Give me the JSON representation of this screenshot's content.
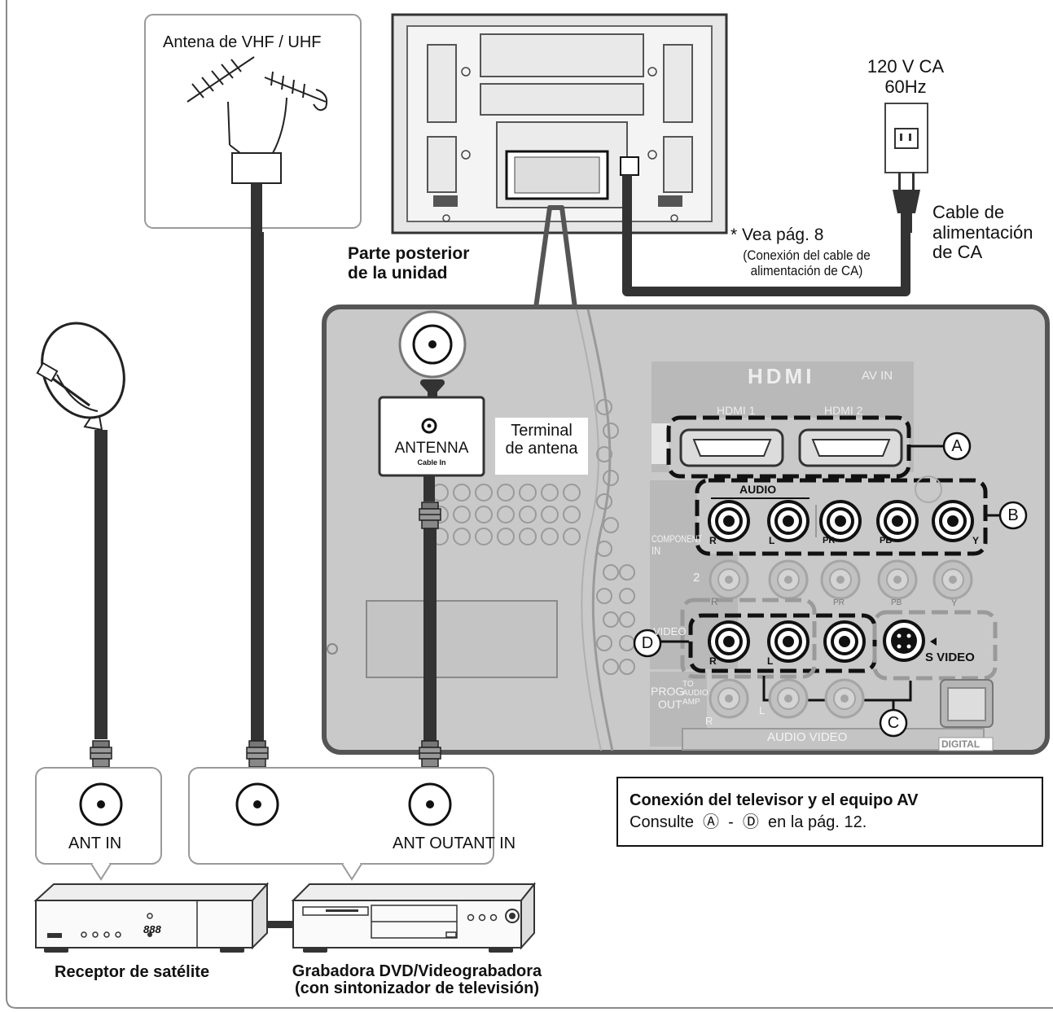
{
  "labels": {
    "antenna_box": "Antena de VHF / UHF",
    "power_spec": [
      "120 V CA",
      "60Hz"
    ],
    "power_cable": [
      "Cable de",
      "alimentación",
      "de CA"
    ],
    "see_page": "* Vea pág. 8",
    "see_page_detail": [
      "(Conexión del cable de",
      "alimentación de CA)"
    ],
    "rear_unit": [
      "Parte posterior",
      "de la unidad"
    ],
    "antenna_jack": "ANTENNA",
    "antenna_jack_sub": "Cable  In",
    "antenna_terminal": [
      "Terminal",
      "de antena"
    ],
    "hdmi_logo": "HDMI",
    "av_in": "AV IN",
    "hdmi1": "HDMI 1",
    "hdmi2": "HDMI 2",
    "audio": "AUDIO",
    "component_in": [
      "COMPONENT",
      "IN"
    ],
    "input_2": "2",
    "jack_r": "R",
    "jack_l": "L",
    "jack_pr": "PR",
    "jack_pb": "PB",
    "jack_y": "Y",
    "video_side": "VIDEO",
    "s_video": "S VIDEO",
    "prog_out": [
      "PROG",
      "OUT"
    ],
    "to_audio_amp": [
      "TO",
      "AUDIO",
      "AMP"
    ],
    "audio_video": "AUDIO  VIDEO",
    "digital": "DIGITAL",
    "markers": [
      "A",
      "B",
      "C",
      "D"
    ],
    "ant_in_sat": "ANT IN",
    "ant_out_ant_in": "ANT OUTANT IN",
    "sat_receiver": "Receptor de satélite",
    "dvd_recorder": [
      "Grabadora DVD/Videograbadora",
      "(con sintonizador de televisión)"
    ],
    "sat_display": "888",
    "note_title": "Conexión del televisor y el equipo AV",
    "note_body": "Consulte  Ⓐ  -  Ⓓ  en la pág. 12."
  },
  "colors": {
    "panel_fill": "#c9c9c9",
    "panel_border": "#555555",
    "cable": "#333333",
    "callout_border": "#111111"
  },
  "icons": [
    "satellite-dish-icon",
    "vhf-uhf-antenna-icon",
    "power-outlet-icon",
    "power-plug-icon",
    "coax-connector-icon",
    "tv-rear-icon",
    "satellite-receiver-icon",
    "dvd-recorder-icon"
  ]
}
